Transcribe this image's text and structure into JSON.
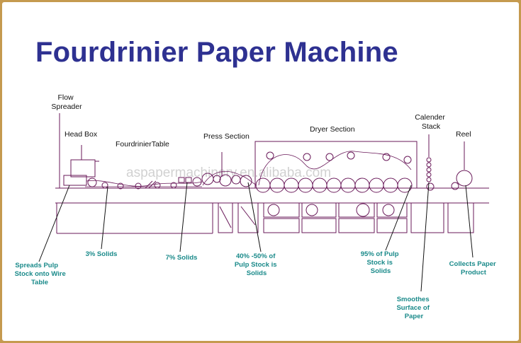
{
  "title": "Fourdrinier Paper Machine",
  "watermark": "aspapermachinery.en.alibaba.com",
  "colors": {
    "title": "#2e3191",
    "annotation": "#1a8a8a",
    "machine": "#6a1a5a",
    "border": "#c59a4f"
  },
  "sections": {
    "flow_spreader": "Flow\nSpreader",
    "head_box": "Head Box",
    "fourdrinier_table": "FourdrinierTable",
    "press_section": "Press Section",
    "dryer_section": "Dryer Section",
    "calender_stack": "Calender\nStack",
    "reel": "Reel"
  },
  "annotations": {
    "spreads": "Spreads Pulp\nStock onto Wire\nTable",
    "solids3": "3% Solids",
    "solids7": "7% Solids",
    "solids40": "40% -50% of\nPulp Stock is\nSolids",
    "solids95": "95% of Pulp\nStock is\nSolids",
    "smoothes": "Smoothes\nSurface of\nPaper",
    "collects": "Collects Paper\nProduct"
  }
}
